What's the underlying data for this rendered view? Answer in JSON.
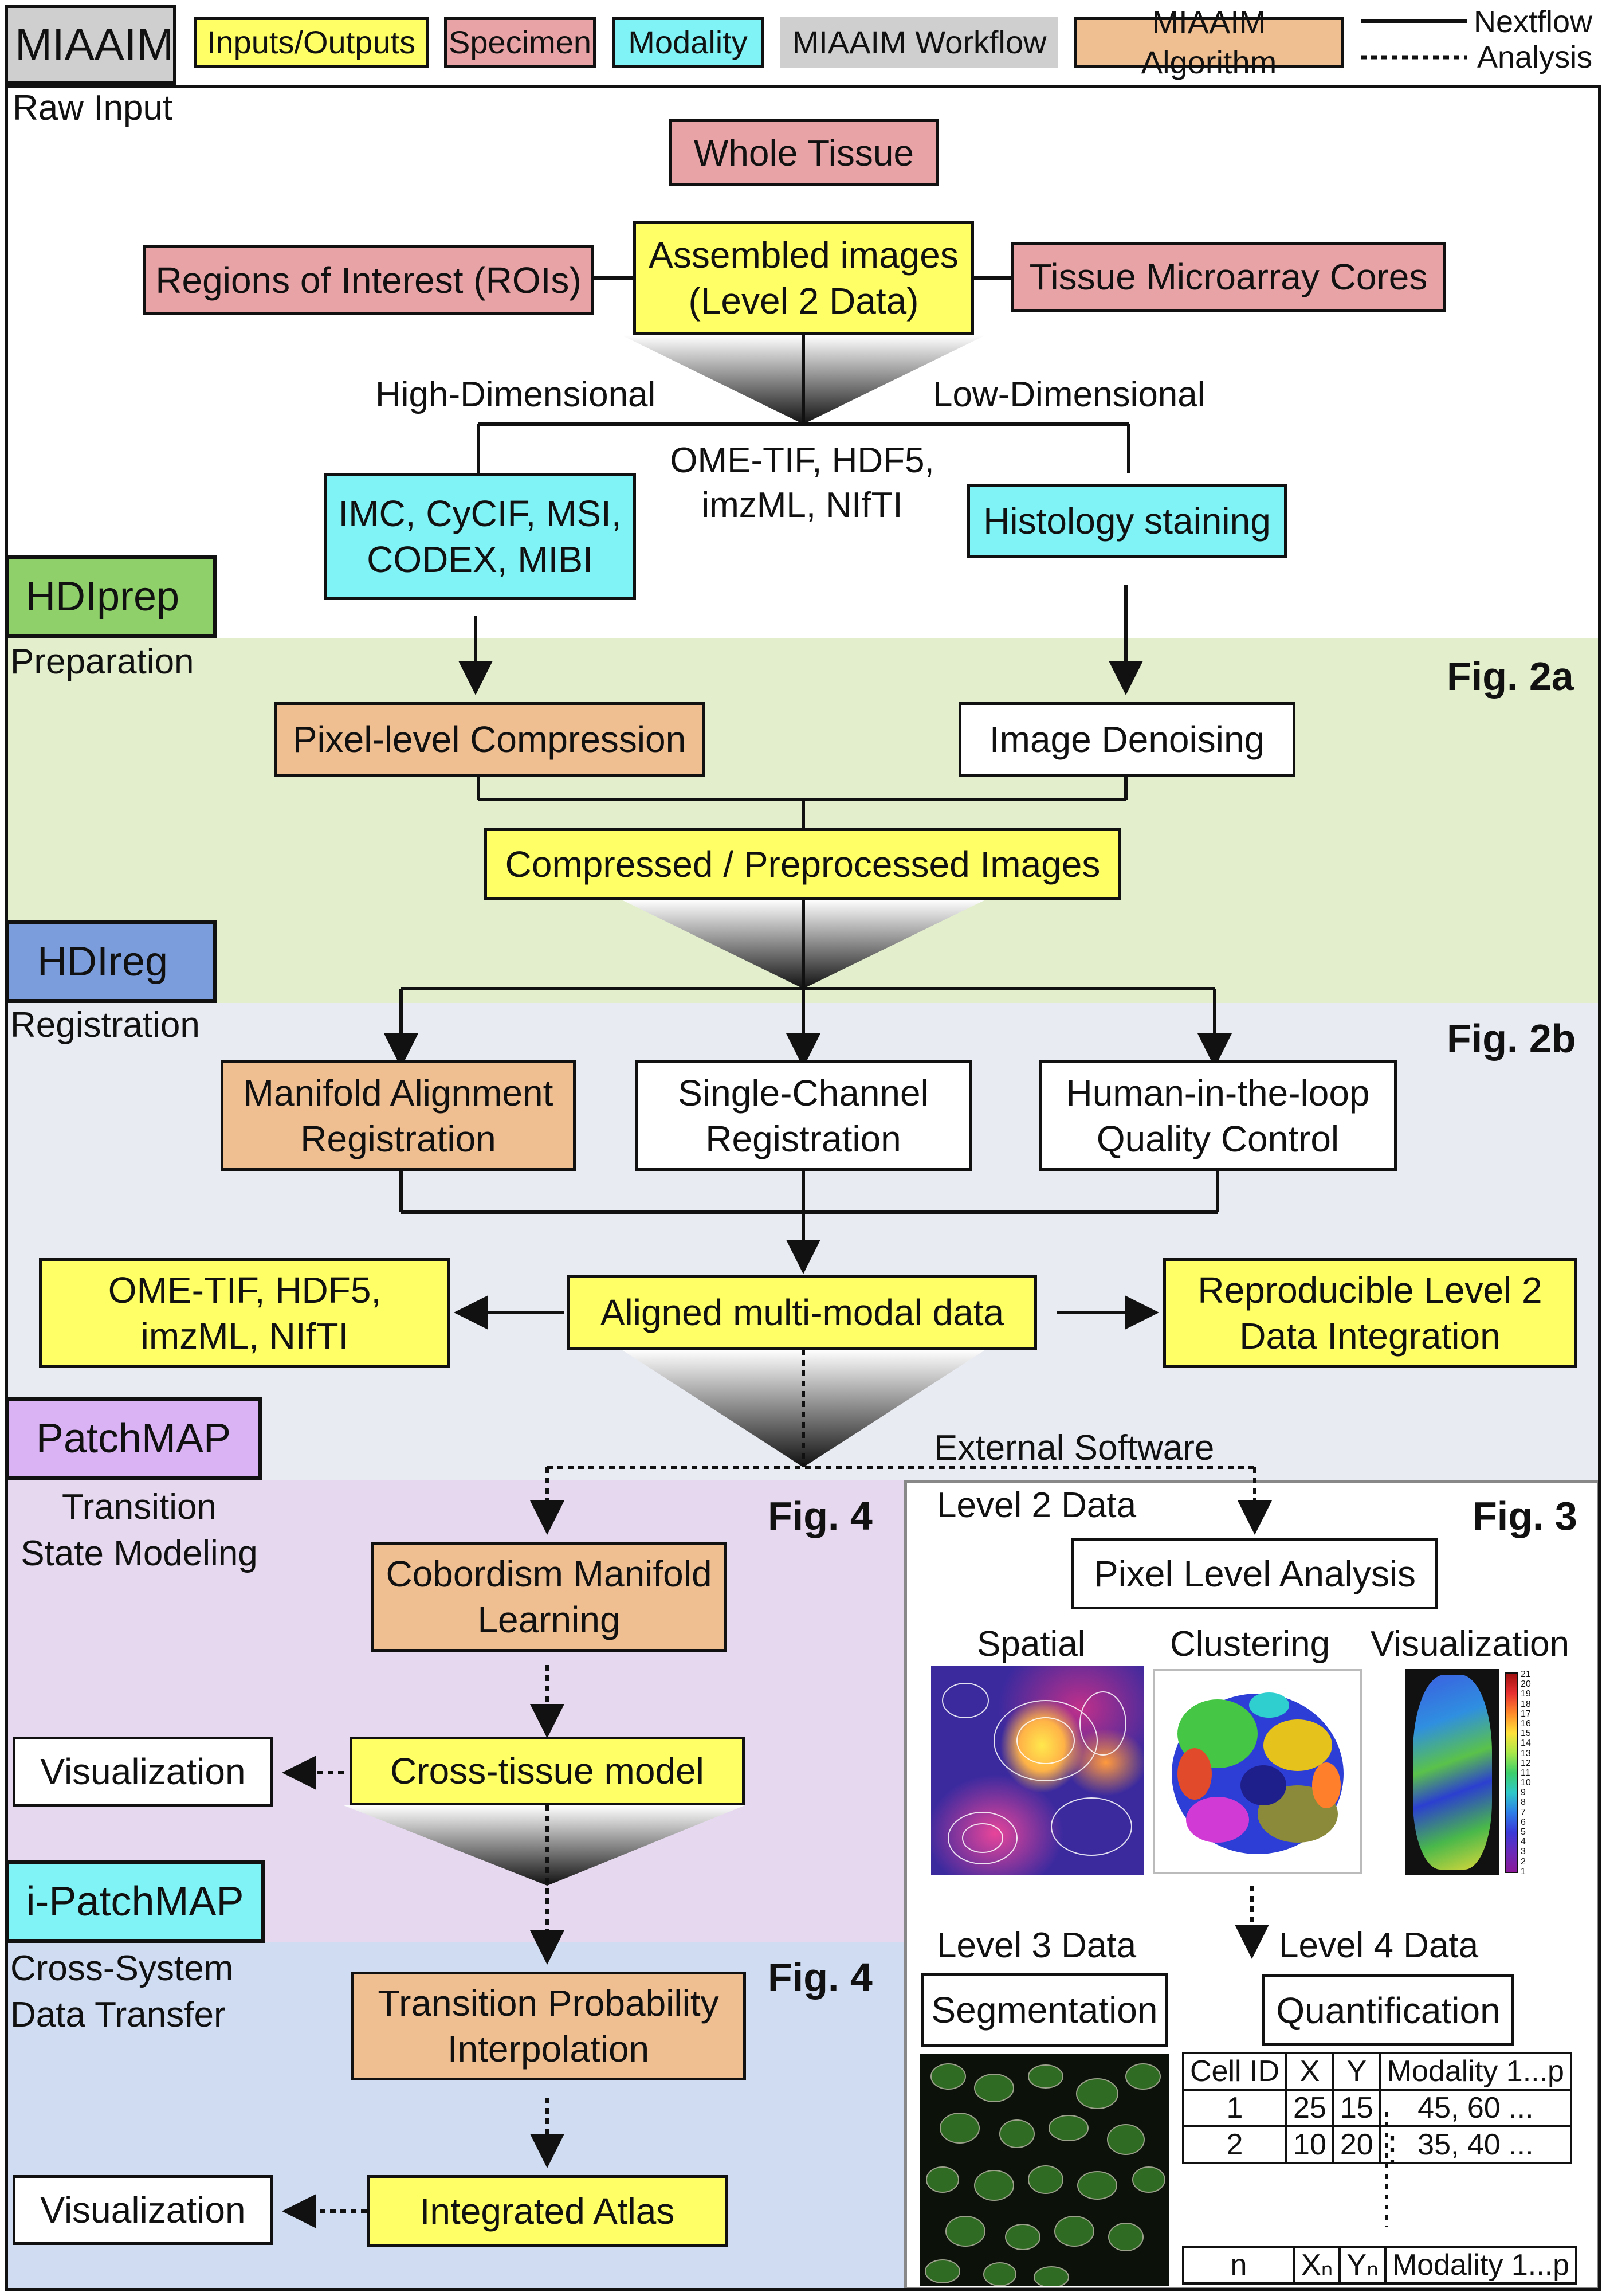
{
  "legend": {
    "title": "MIAAIM",
    "items": [
      {
        "label": "Inputs/Outputs",
        "color": "#ffff66"
      },
      {
        "label": "Specimen",
        "color": "#e8a3a6"
      },
      {
        "label": "Modality",
        "color": "#7ff3f5"
      },
      {
        "label": "MIAAIM Workflow",
        "color": "#cfcfcf"
      },
      {
        "label": "MIAAIM Algorithm",
        "color": "#efbf92"
      }
    ],
    "nextflow": "Nextflow",
    "analysis": "Analysis"
  },
  "raw_input": {
    "section_label": "Raw Input",
    "whole_tissue": "Whole Tissue",
    "assembled_images": "Assembled images\n(Level 2 Data)",
    "rois": "Regions of Interest (ROIs)",
    "tma": "Tissue Microarray Cores",
    "high_dim": "High-Dimensional",
    "low_dim": "Low-Dimensional",
    "formats": "OME-TIF, HDF5,\nimzML, NIfTI",
    "hd_modalities": "IMC, CyCIF, MSI,\nCODEX, MIBI",
    "histology": "Histology staining"
  },
  "hdiprep": {
    "tag": "HDIprep",
    "section_label": "Preparation",
    "fig": "Fig. 2a",
    "pixel_compression": "Pixel-level Compression",
    "denoising": "Image Denoising",
    "compressed": "Compressed / Preprocessed Images"
  },
  "hdireg": {
    "tag": "HDIreg",
    "section_label": "Registration",
    "fig": "Fig. 2b",
    "manifold": "Manifold Alignment\nRegistration",
    "single_channel": "Single-Channel\nRegistration",
    "human_loop": "Human-in-the-loop\nQuality Control",
    "formats_out": "OME-TIF, HDF5,\nimzML, NIfTI",
    "aligned": "Aligned multi-modal data",
    "reproducible": "Reproducible Level 2\nData Integration"
  },
  "patchmap": {
    "tag": "PatchMAP",
    "section_label": "Transition\nState Modeling",
    "fig": "Fig. 4",
    "external": "External Software",
    "cobordism": "Cobordism Manifold\nLearning",
    "cross_tissue": "Cross-tissue model",
    "visualization": "Visualization"
  },
  "ipatchmap": {
    "tag": "i-PatchMAP",
    "section_label": "Cross-System\nData Transfer",
    "fig": "Fig. 4",
    "transition": "Transition Probability\nInterpolation",
    "atlas": "Integrated Atlas",
    "visualization": "Visualization"
  },
  "analysis_panel": {
    "level2": "Level 2 Data",
    "fig": "Fig. 3",
    "pixel_analysis": "Pixel Level Analysis",
    "spatial": "Spatial",
    "clustering": "Clustering",
    "visualization": "Visualization",
    "colorbar_ticks": [
      "21",
      "20",
      "19",
      "18",
      "17",
      "16",
      "15",
      "14",
      "13",
      "12",
      "11",
      "10",
      "9",
      "8",
      "7",
      "6",
      "5",
      "4",
      "3",
      "2",
      "1"
    ],
    "level3": "Level 3 Data",
    "level4": "Level 4 Data",
    "segmentation": "Segmentation",
    "quantification": "Quantification",
    "table": {
      "headers": [
        "Cell ID",
        "X",
        "Y",
        "Modality 1...p"
      ],
      "rows": [
        [
          "1",
          "25",
          "15",
          "45, 60 ..."
        ],
        [
          "2",
          "10",
          "20",
          "35, 40 ..."
        ]
      ],
      "ellipsis": "⋮",
      "last_row": [
        "n",
        "Xₙ",
        "Yₙ",
        "Modality 1...p"
      ]
    }
  }
}
